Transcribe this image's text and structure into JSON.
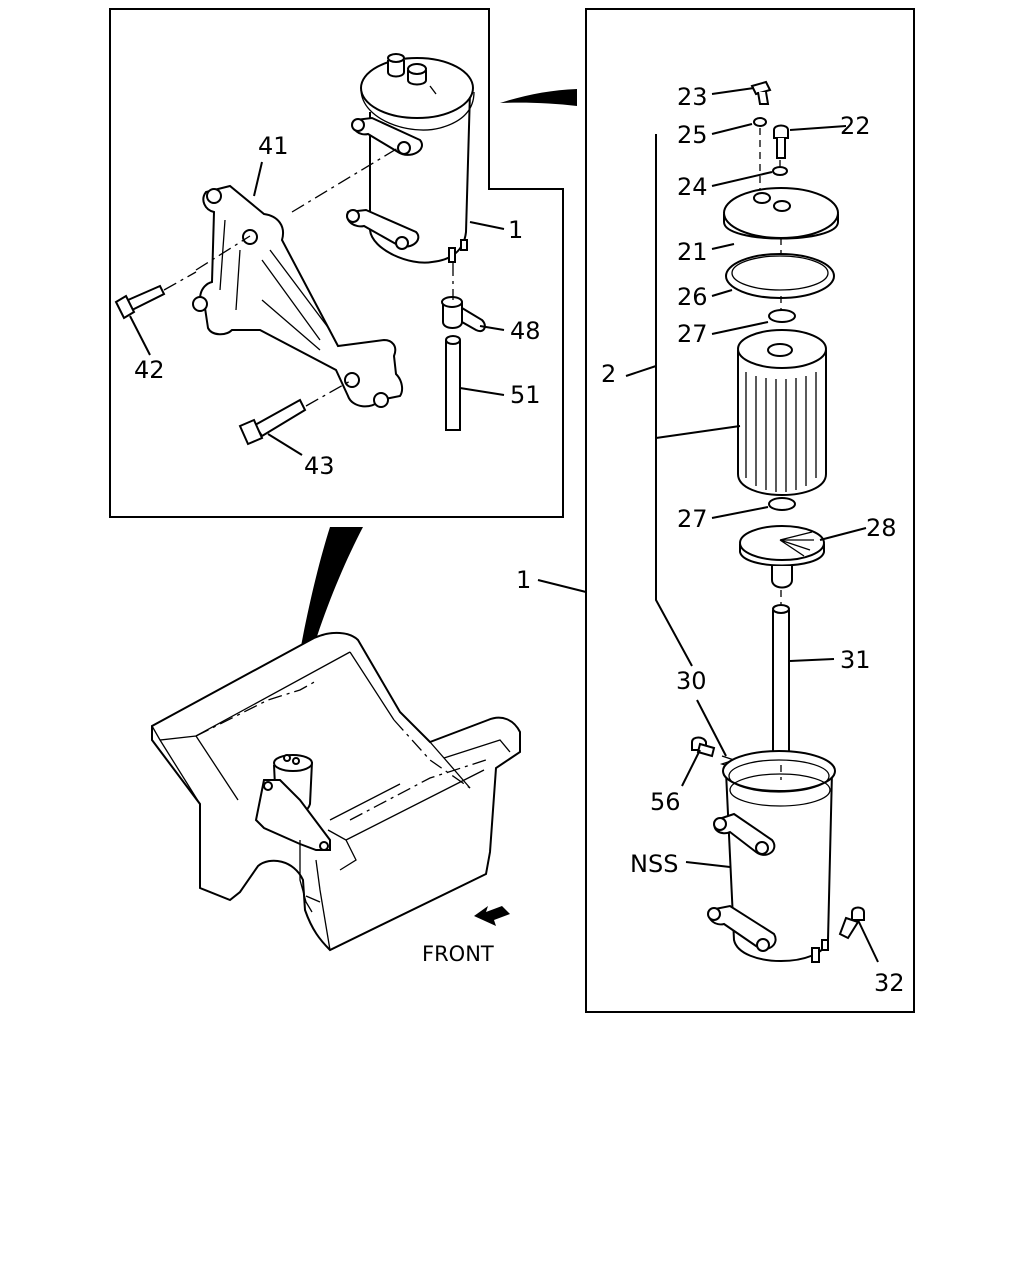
{
  "labels": {
    "l1a": "1",
    "l1b": "1",
    "l2": "2",
    "l21": "21",
    "l22": "22",
    "l23": "23",
    "l24": "24",
    "l25": "25",
    "l26": "26",
    "l27a": "27",
    "l27b": "27",
    "l28": "28",
    "l30": "30",
    "l31": "31",
    "l32": "32",
    "l41": "41",
    "l42": "42",
    "l43": "43",
    "l48": "48",
    "l51": "51",
    "l56": "56",
    "nss": "NSS",
    "front": "FRONT"
  }
}
